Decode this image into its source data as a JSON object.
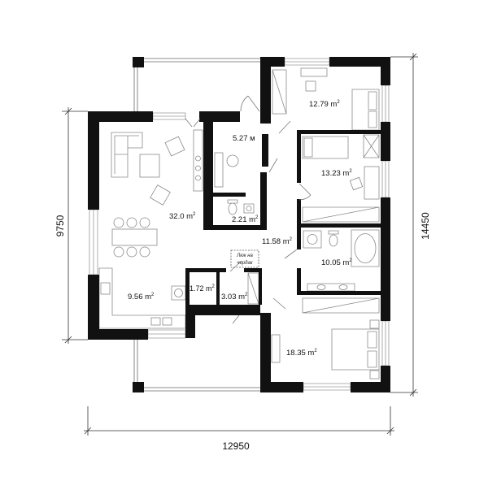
{
  "colors": {
    "wall": "#111111",
    "furniture": "#8a8a8a",
    "window": "#9a9a9a",
    "dimension": "#333333"
  },
  "rooms": {
    "bedroom_top": {
      "area": "12.79 m",
      "sup": "2"
    },
    "vestibule": {
      "area": "5.27 м"
    },
    "bedroom_middle": {
      "area": "13.23 m",
      "sup": "2"
    },
    "living": {
      "area": "32.0 m",
      "sup": "2"
    },
    "bathroom_small": {
      "area": "2.21 m",
      "sup": "2"
    },
    "hall": {
      "area": "11.58 m",
      "sup": "2"
    },
    "bathroom": {
      "area": "10.05 m",
      "sup": "2"
    },
    "kitchen": {
      "area": "9.56 m",
      "sup": "2"
    },
    "storage_small": {
      "area": "1.72 m",
      "sup": "2"
    },
    "storage": {
      "area": "3.03 m",
      "sup": "2"
    },
    "bedroom_bottom": {
      "area": "18.35 m",
      "sup": "2"
    }
  },
  "hatch": {
    "line1": "Люк на",
    "line2": "чердак"
  },
  "dimensions": {
    "left": "9750",
    "right": "14450",
    "bottom": "12950"
  }
}
